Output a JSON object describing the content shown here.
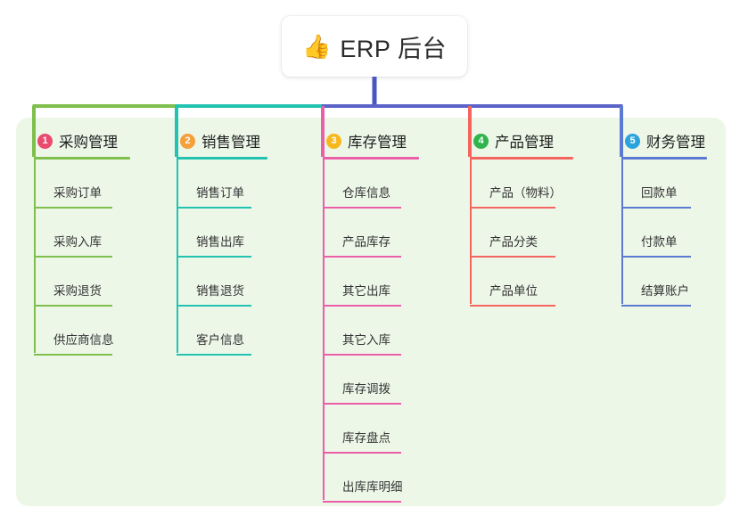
{
  "page": {
    "background": "#ffffff",
    "panel_background": "#EDF7E8"
  },
  "root": {
    "emoji": "👍",
    "emoji_name": "thumbs-up-emoji",
    "title": "ERP 后台"
  },
  "connectors": {
    "trunk_color": "#4A56C0",
    "bus_segments": [
      {
        "color": "#7FBF4D"
      },
      {
        "color": "#19BFA8"
      },
      {
        "color": "#5B63C8"
      },
      {
        "color": "#5B63C8"
      }
    ]
  },
  "columns": [
    {
      "index": "1",
      "title": "采购管理",
      "badge_color": "#EA4A6E",
      "line_color": "#7FBF4D",
      "items": [
        {
          "label": "采购订单"
        },
        {
          "label": "采购入库"
        },
        {
          "label": "采购退货"
        },
        {
          "label": "供应商信息"
        }
      ]
    },
    {
      "index": "2",
      "title": "销售管理",
      "badge_color": "#F4A03B",
      "line_color": "#22C3B0",
      "items": [
        {
          "label": "销售订单"
        },
        {
          "label": "销售出库"
        },
        {
          "label": "销售退货"
        },
        {
          "label": "客户信息"
        }
      ]
    },
    {
      "index": "3",
      "title": "库存管理",
      "badge_color": "#F6B81F",
      "line_color": "#EB5FA8",
      "items": [
        {
          "label": "仓库信息"
        },
        {
          "label": "产品库存"
        },
        {
          "label": "其它出库"
        },
        {
          "label": "其它入库"
        },
        {
          "label": "库存调拨"
        },
        {
          "label": "库存盘点"
        },
        {
          "label": "出库库明细"
        }
      ]
    },
    {
      "index": "4",
      "title": "产品管理",
      "badge_color": "#2FB44E",
      "line_color": "#F4655F",
      "items": [
        {
          "label": "产品（物料）"
        },
        {
          "label": "产品分类"
        },
        {
          "label": "产品单位"
        }
      ]
    },
    {
      "index": "5",
      "title": "财务管理",
      "badge_color": "#2BA3DC",
      "line_color": "#5B7AD1",
      "items": [
        {
          "label": "回款单"
        },
        {
          "label": "付款单"
        },
        {
          "label": "结算账户"
        }
      ]
    }
  ]
}
